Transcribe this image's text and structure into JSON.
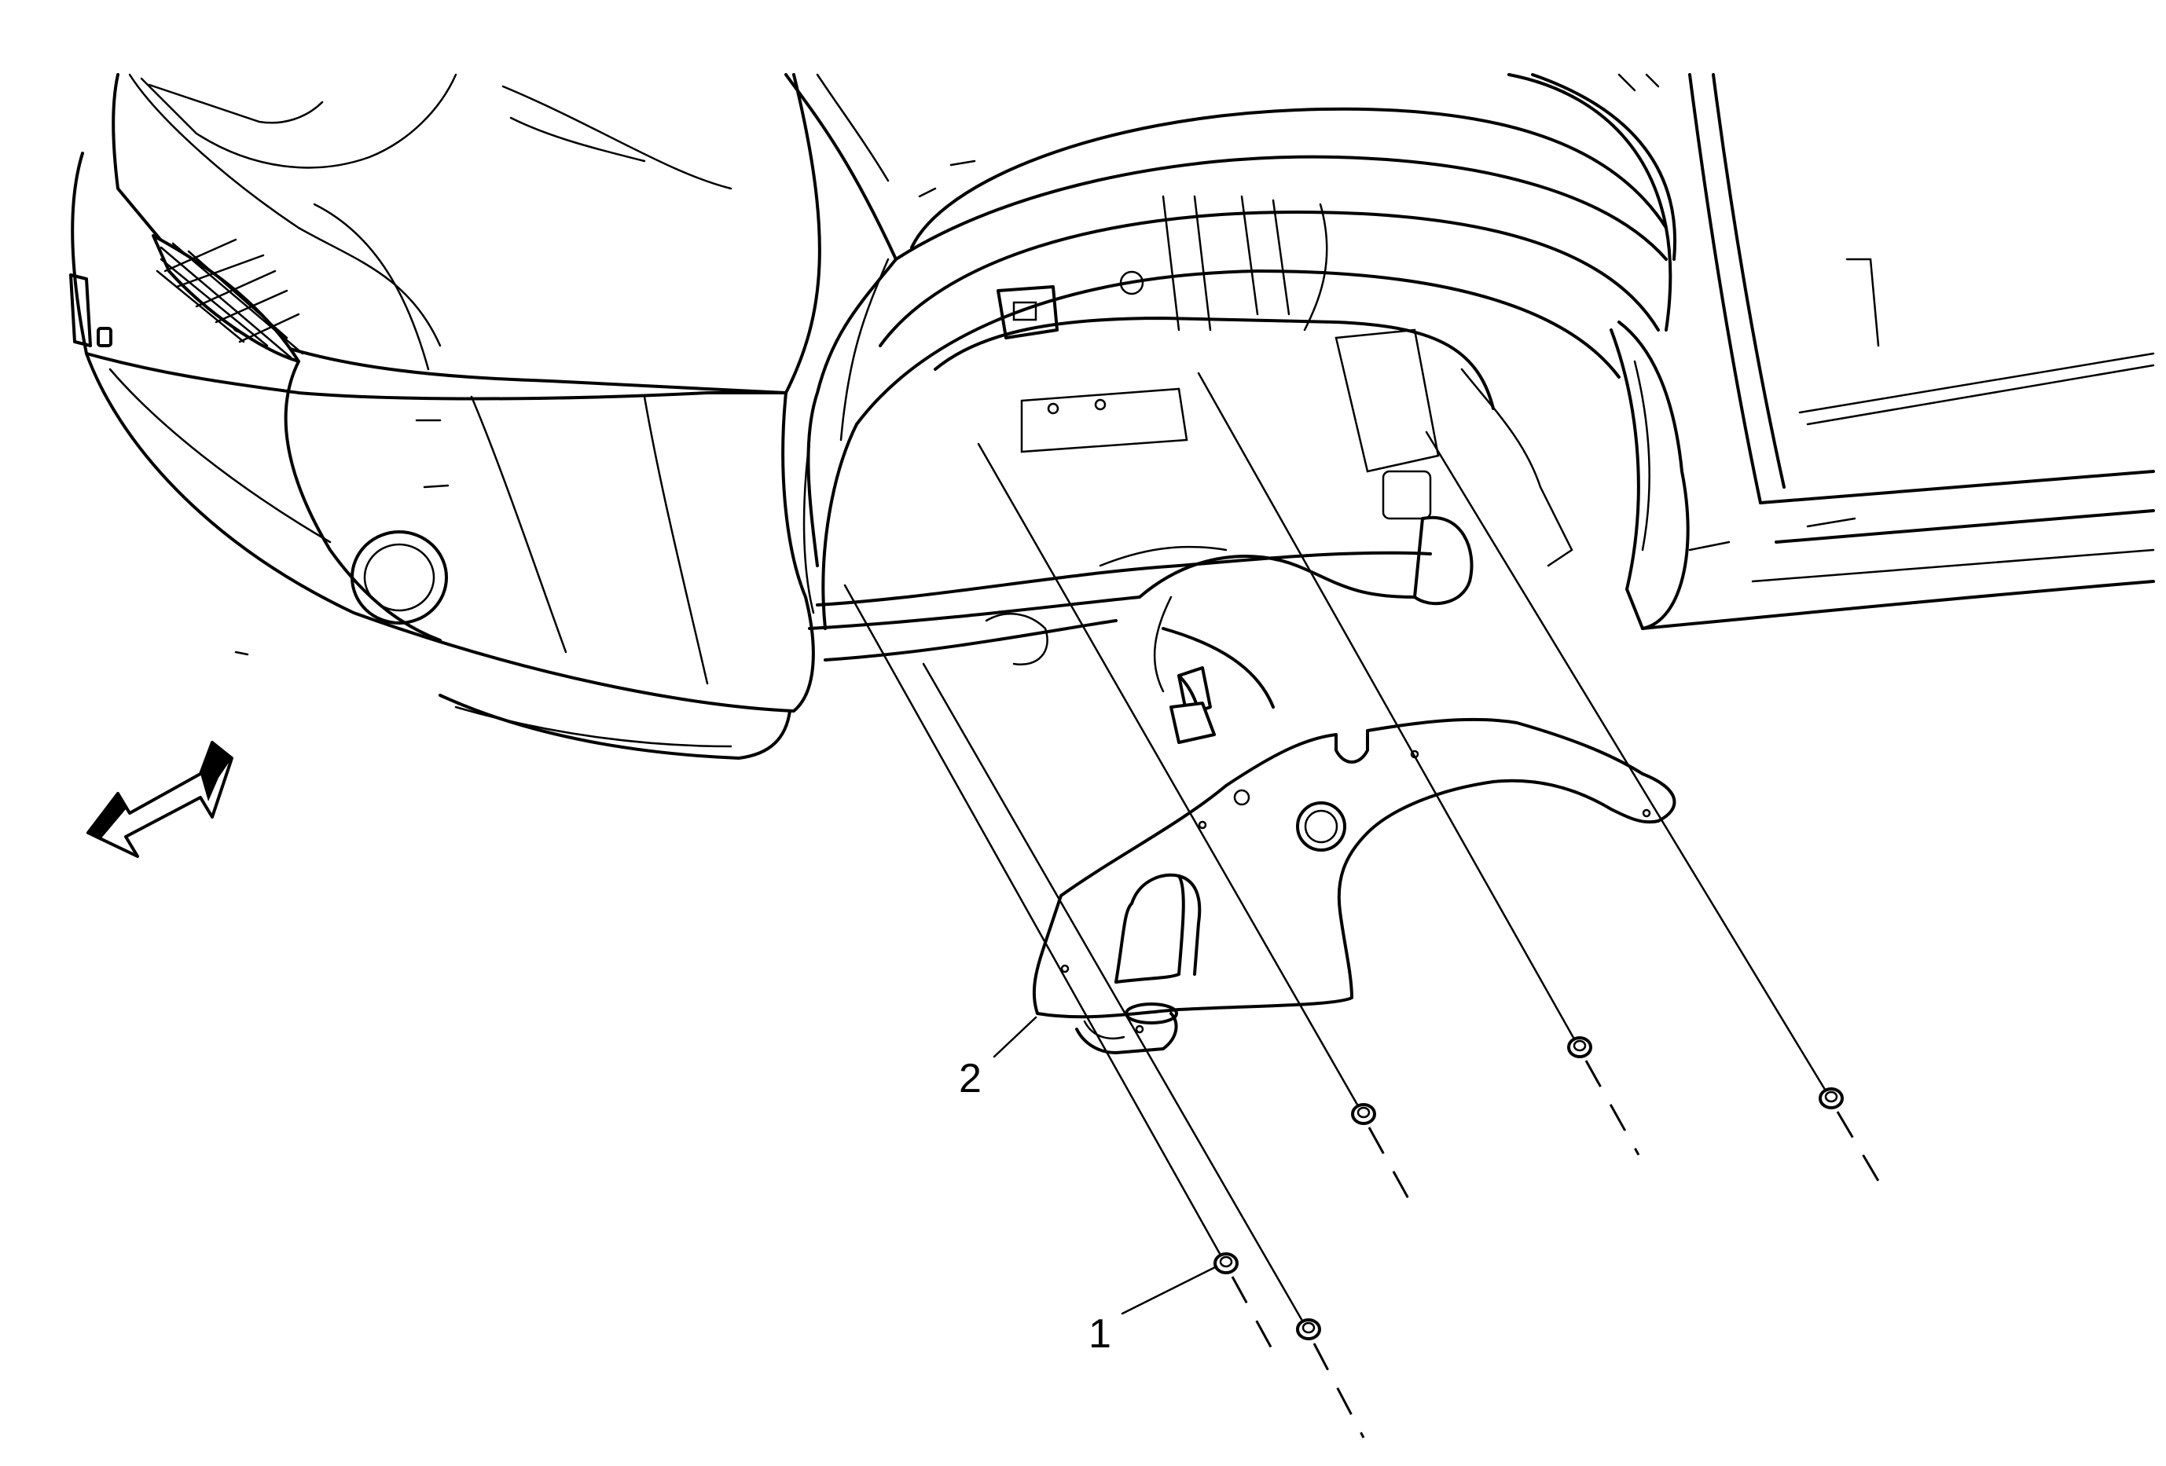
{
  "figure": {
    "background": "#ffffff",
    "ink": "#000000"
  },
  "callouts": [
    {
      "id": "1",
      "label": "1"
    },
    {
      "id": "2",
      "label": "2"
    }
  ],
  "icons": {
    "direction_arrow": "forward-direction-arrow-icon"
  }
}
